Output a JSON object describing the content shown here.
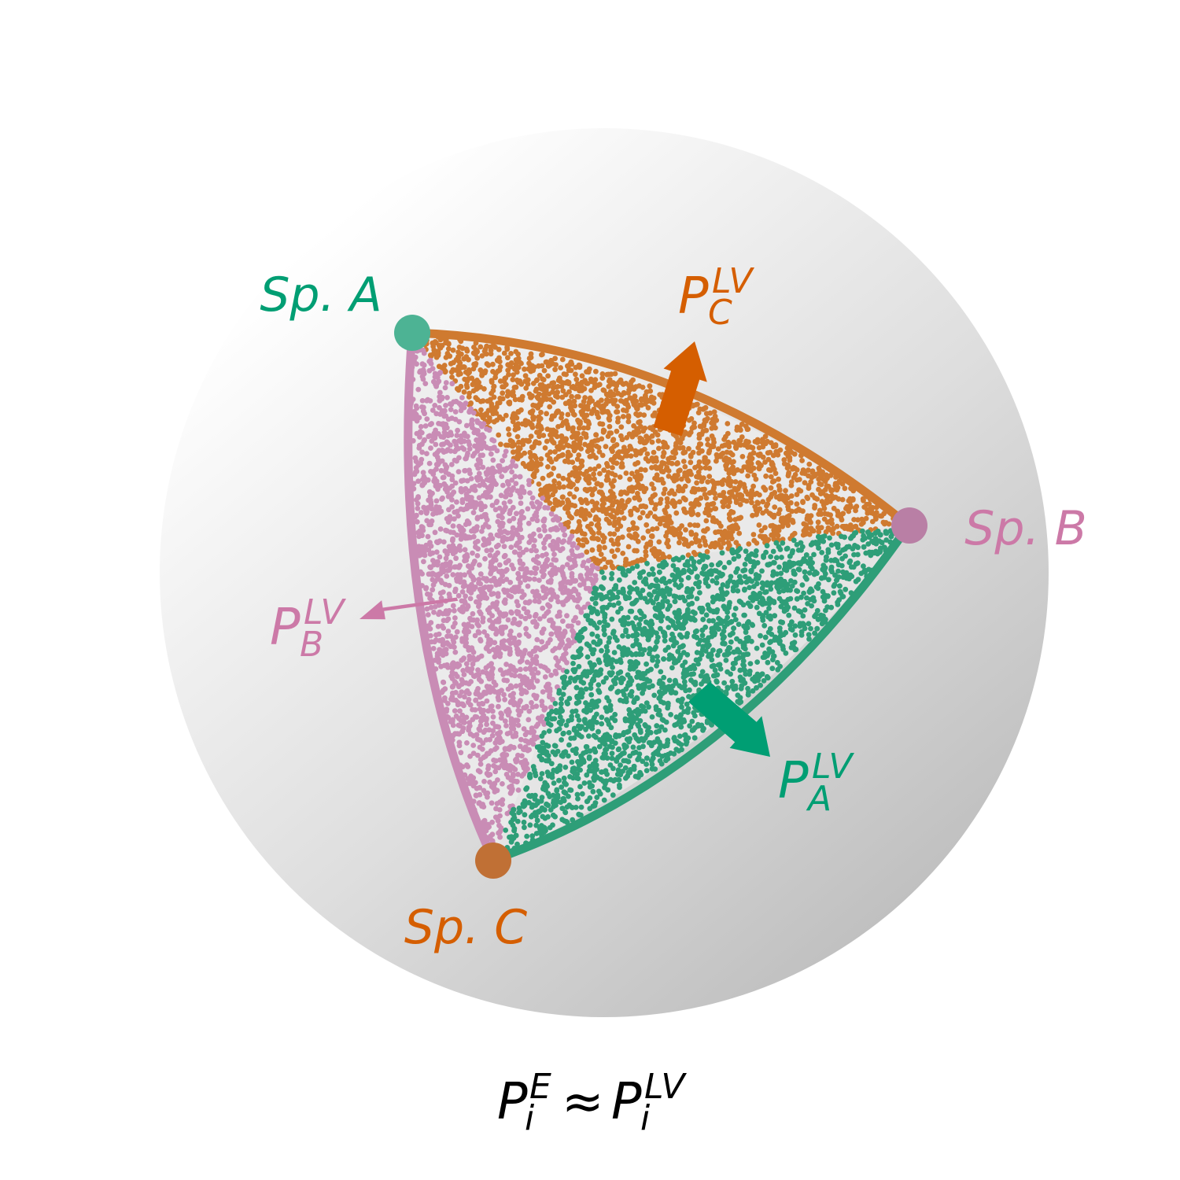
{
  "colors": {
    "species_a": "#009E73",
    "species_b": "#CC79A7",
    "species_c": "#D55E00",
    "region_a": "#2E9E78",
    "region_b": "#C98CB5",
    "region_c": "#CF7A30",
    "vertex_a": "#4DB394",
    "vertex_b": "#B97FA5",
    "vertex_c": "#C07035",
    "text_default": "#000000"
  },
  "vertices": {
    "a": {
      "label": "Sp. A"
    },
    "b": {
      "label": "Sp. B"
    },
    "c": {
      "label": "Sp. C"
    }
  },
  "arrows": {
    "a": {
      "base": "P",
      "sub": "A",
      "sup": "LV"
    },
    "b": {
      "base": "P",
      "sub": "B",
      "sup": "LV"
    },
    "c": {
      "base": "P",
      "sub": "C",
      "sup": "LV"
    }
  },
  "formula": {
    "lhs_base": "P",
    "lhs_sub": "i",
    "lhs_sup": "E",
    "op": "≈",
    "rhs_base": "P",
    "rhs_sub": "i",
    "rhs_sup": "LV"
  }
}
